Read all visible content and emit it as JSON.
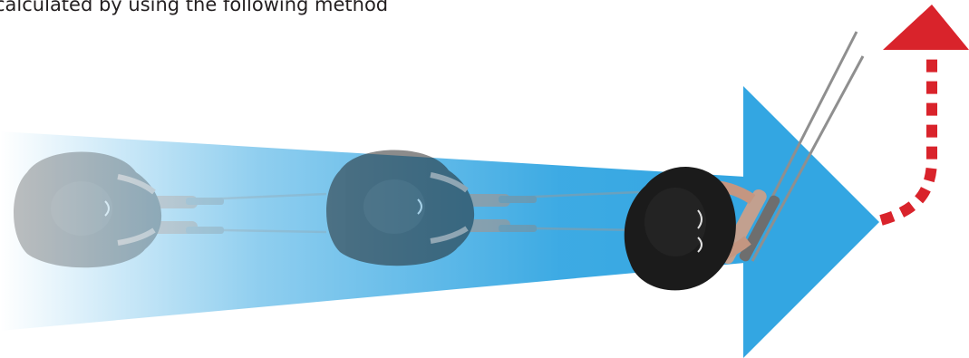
{
  "caption": "calculated by using the following method",
  "colors": {
    "arrow_blue": "#33a6e2",
    "curve_red": "#d9232b",
    "golfer_body": "#1b1b1b",
    "club_shaft": "#9a9a9a"
  },
  "icons": {
    "forward_arrow": "large-blue-arrow",
    "turn_arrow": "red-dashed-curved-arrow",
    "golfer": "top-down-golfer"
  }
}
